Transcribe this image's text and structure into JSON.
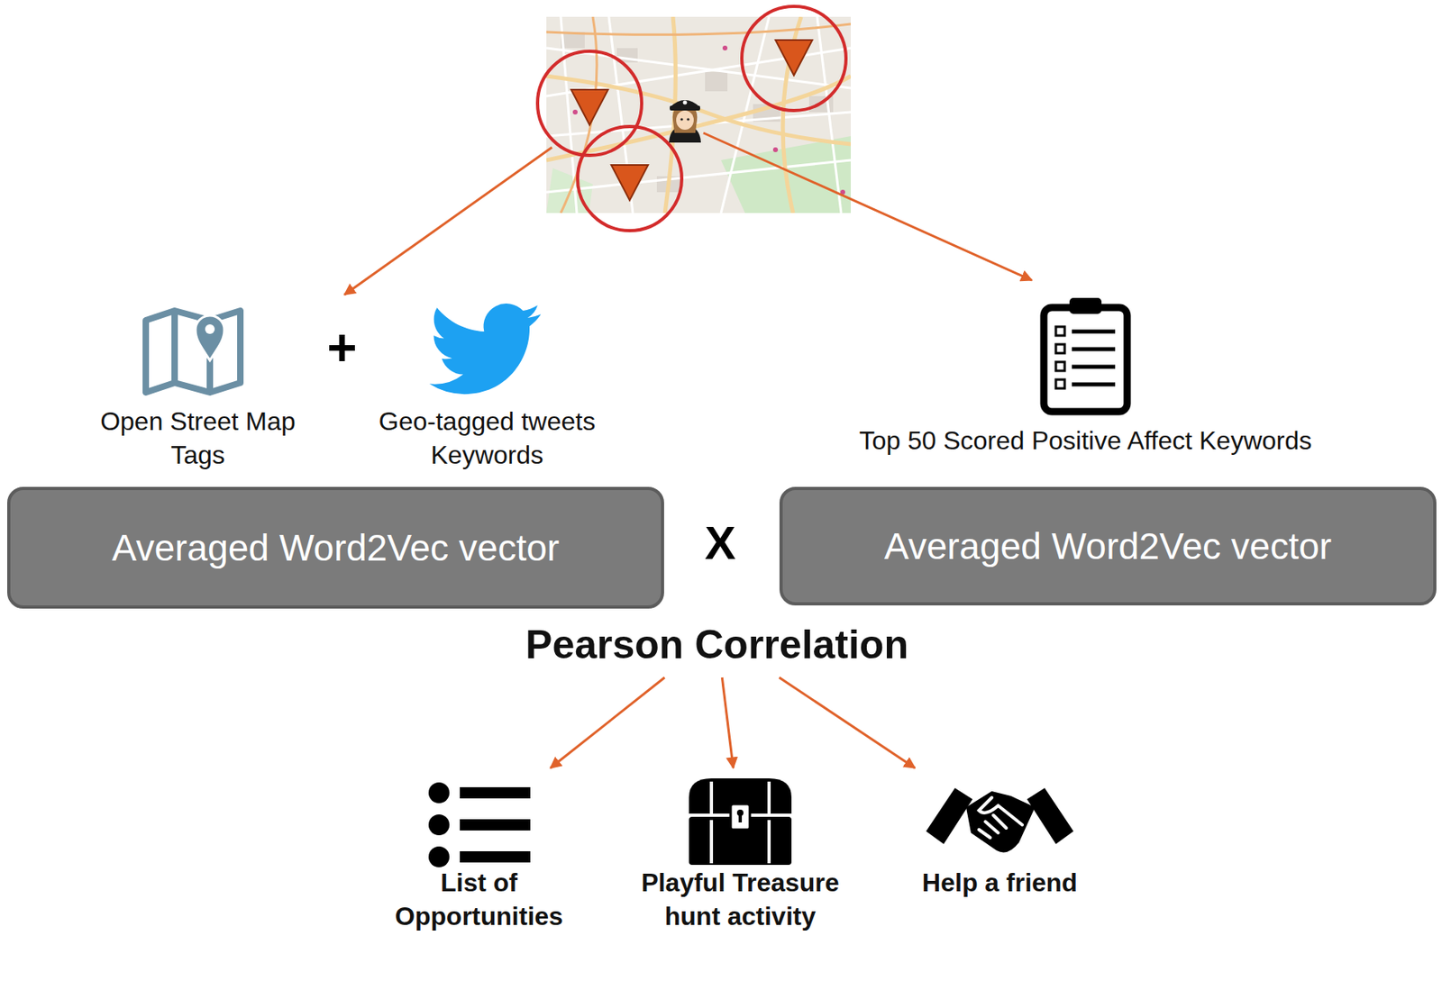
{
  "diagram": {
    "nodes": [
      {
        "text": [
          "Open Street Map Tags"
        ]
      },
      {
        "text": [
          "Geo-tagged tweets Keywords"
        ]
      },
      {
        "text": [
          "Top 50 Scored Positive Affect Keywords"
        ]
      },
      {
        "text": [
          "Averaged Word2Vec vector"
        ]
      },
      {
        "text": [
          "Averaged Word2Vec vector"
        ]
      },
      {
        "text": [
          "Pearson Correlation"
        ]
      },
      {
        "text": [
          "List of Opportunities"
        ]
      },
      {
        "text": [
          "Playful Treasure hunt activity"
        ]
      },
      {
        "text": [
          "Help a friend"
        ]
      }
    ],
    "edges": [
      {
        "from": 5,
        "to": 6,
        "arrow": "to"
      },
      {
        "from": 5,
        "to": 7,
        "arrow": "to"
      },
      {
        "from": 5,
        "to": 8,
        "arrow": "to"
      }
    ],
    "labels": [
      "+",
      "X"
    ]
  }
}
